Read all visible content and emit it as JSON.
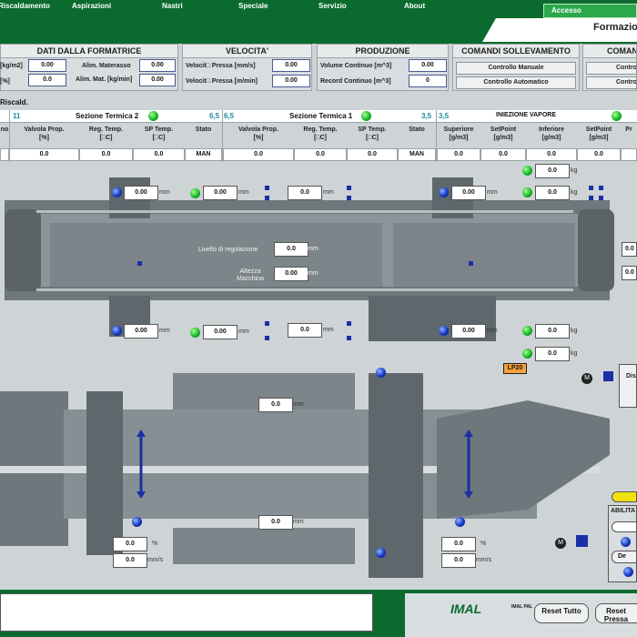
{
  "menu": [
    "Riscaldamento",
    "Aspirazioni",
    "Nastri",
    "Speciale",
    "Servizio",
    "About"
  ],
  "accesso": "Accesso",
  "header_title": "Formazione",
  "panels": {
    "dati": {
      "title": "DATI DALLA FORMATRICE",
      "l1": "[kg/m2]",
      "l2": "[%]",
      "v1": "0.00",
      "v2": "0.0",
      "l3": "Alim. Materasso",
      "l4": "Alim. Mat. [kg/min]",
      "v3": "0.00",
      "v4": "0.00"
    },
    "velocita": {
      "title": "VELOCITA'",
      "l1": "Velocit□ Pressa [mm/s]",
      "l2": "Velocit□ Pressa [m/min]",
      "v1": "0.00",
      "v2": "0.00"
    },
    "produzione": {
      "title": "PRODUZIONE",
      "l1": "Volume Continuo [m^3]",
      "l2": "Record Continuo [m^3]",
      "v1": "0.00",
      "v2": "0"
    },
    "sollevamento": {
      "title": "COMANDI SOLLEVAMENTO",
      "b1": "Controllo Manuale",
      "b2": "Controllo Automatico"
    },
    "comandi": {
      "title": "COMANDI",
      "b1": "Controllo",
      "b2": "Controllo"
    }
  },
  "sections": {
    "riscald": "Riscald.",
    "s2_left": "11",
    "s2_title": "Sezione Termica 2",
    "s2_right": "6,5",
    "s1_left": "6,5",
    "s1_title": "Sezione Termica 1",
    "s1_right": "3,5",
    "iv_left": "3,5",
    "iv_title": "INIEZIONE VAPORE"
  },
  "columns": [
    {
      "h": "Valvola Prop.",
      "u": "[%]",
      "v": "0.0"
    },
    {
      "h": "Reg. Temp.",
      "u": "[□C]",
      "v": "0.0"
    },
    {
      "h": "SP Temp.",
      "u": "[□C]",
      "v": "0.0"
    },
    {
      "h": "Stato",
      "u": "",
      "v": "MAN"
    },
    {
      "h": "Valvola Prop.",
      "u": "[%]",
      "v": "0.0"
    },
    {
      "h": "Reg. Temp.",
      "u": "[□C]",
      "v": "0.0"
    },
    {
      "h": "SP Temp.",
      "u": "[□C]",
      "v": "0.0"
    },
    {
      "h": "Stato",
      "u": "",
      "v": "MAN"
    },
    {
      "h": "Superiore",
      "u": "[g/m3]",
      "v": "0.0"
    },
    {
      "h": "SetPoint",
      "u": "[g/m3]",
      "v": "0.0"
    },
    {
      "h": "Inferiore",
      "u": "[g/m3]",
      "v": "0.0"
    },
    {
      "h": "SetPoint",
      "u": "[g/m3]",
      "v": "0.0"
    },
    {
      "h": "Pr",
      "u": "",
      "v": ""
    }
  ],
  "first_col": {
    "h": "no",
    "v": ""
  },
  "press": {
    "livello_label": "Livello di regolazione",
    "livello_val": "0.0",
    "livello_unit": "mm",
    "altezza_label": "Altezza Macchina",
    "altezza_val": "0.00",
    "altezza_unit": "mm",
    "top_left": "0.00",
    "top_mid": "0.00",
    "top_mid2": "0.0",
    "top_right": "0.00",
    "bot_left": "0.00",
    "bot_mid": "0.00",
    "bot_mid2": "0.0",
    "bot_right": "0.00",
    "kg_top1": "0.0",
    "kg_top2": "0.0",
    "kg_bot1": "0.0",
    "kg_bot2": "0.0",
    "right1": "0.0",
    "right2": "0.0",
    "mm": "mm",
    "kg": "kg"
  },
  "lower": {
    "lp_label": "LP20",
    "dis_label": "Dis",
    "upper_val": "0.0",
    "lower_val": "0.0",
    "left_pct": "0.0",
    "left_mms": "0.0",
    "right_pct": "0.0",
    "right_mms": "0.0",
    "pct": "%",
    "mms": "mm/s",
    "mm": "mm",
    "abilita": "ABILITA",
    "de": "De",
    "m_icon": "M"
  },
  "footer": {
    "logo": "IMAL",
    "sub": "IMAL PAL",
    "reset_tutto": "Reset Tutto",
    "reset_pressa": "Reset Pressa"
  }
}
